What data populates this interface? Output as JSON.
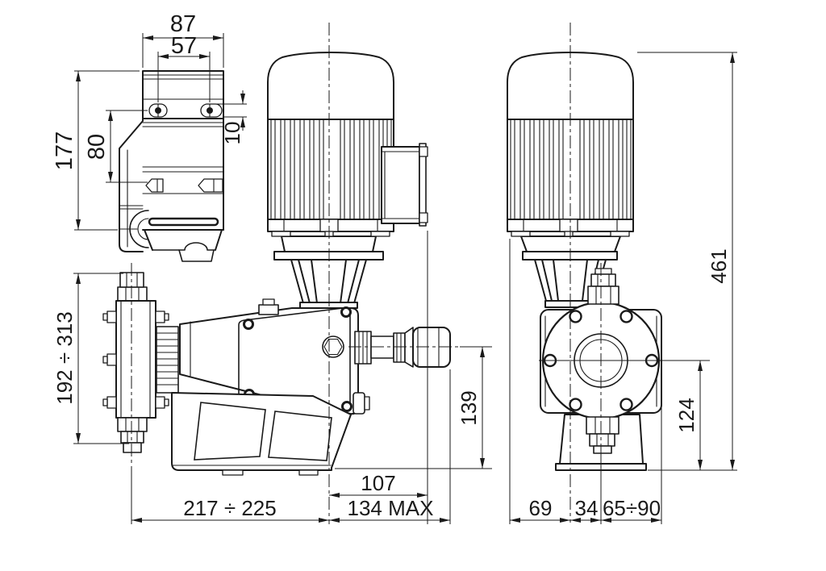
{
  "drawing": {
    "type": "dosing-pump-dimensional-drawing",
    "colors": {
      "line": "#1a1a1a",
      "background": "#ffffff"
    },
    "views": {
      "bracket": {
        "title": "wall-bracket-side-view",
        "dims": {
          "plate_width": "87",
          "slot_spacing": "57",
          "bracket_height": "177",
          "slot_row_spacing": "80",
          "slot_width": "10"
        }
      },
      "front": {
        "title": "pump-front-view",
        "dims": {
          "shaft_axis_height": "139",
          "motor_depth": "107",
          "knob_max_depth": "134 MAX",
          "length_range": "217 ÷ 225",
          "head_height_range": "192 ÷ 313"
        }
      },
      "side": {
        "title": "pump-side-view",
        "dims": {
          "total_height": "461",
          "axis_to_base": "124",
          "foot_to_motor_axis": "69",
          "axis_offset": "34",
          "head_side_range": "65÷90"
        }
      }
    }
  }
}
